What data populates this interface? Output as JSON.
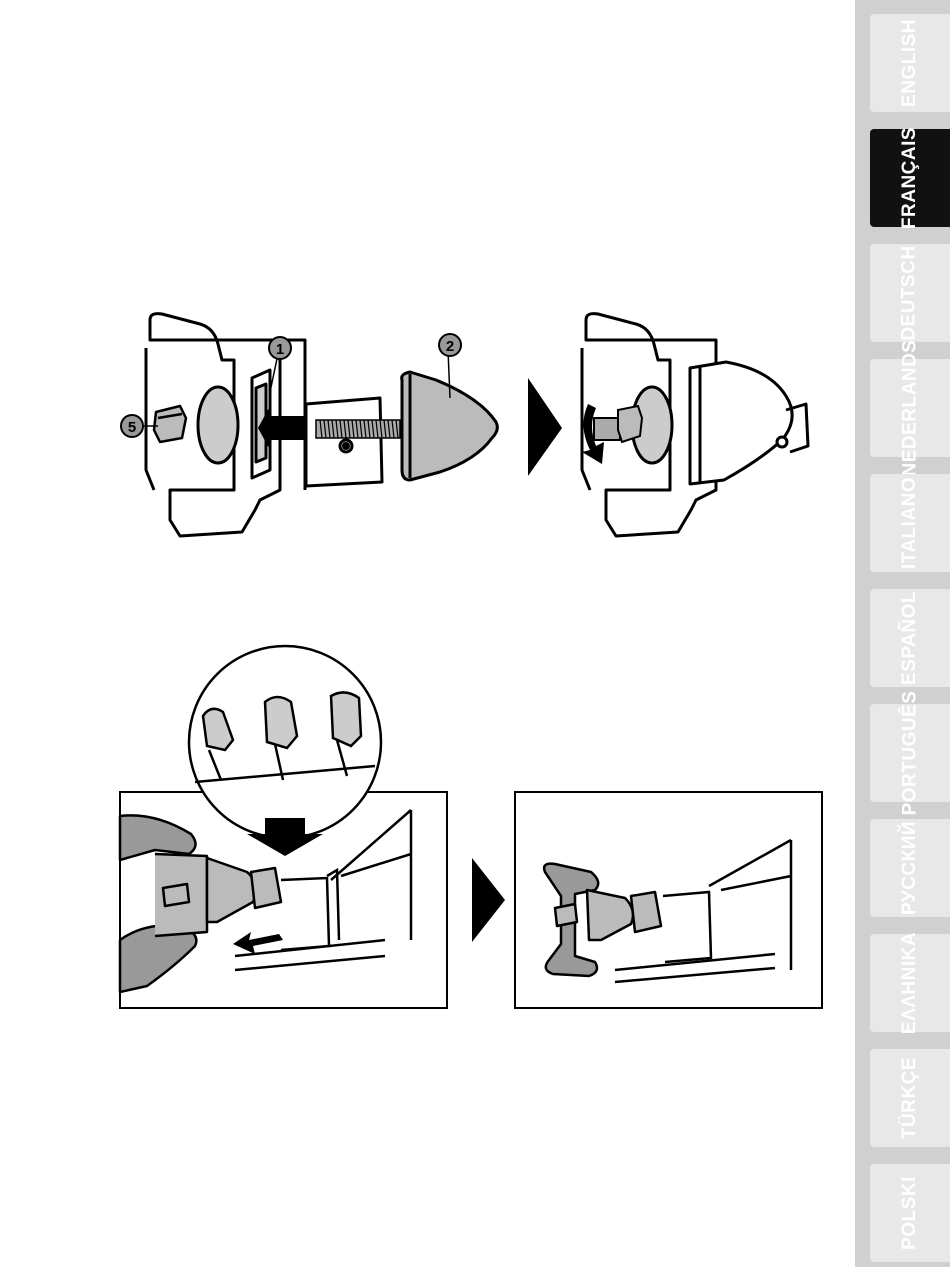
{
  "languages": [
    {
      "label": "ENGLISH",
      "active": false
    },
    {
      "label": "FRANÇAIS",
      "active": true
    },
    {
      "label": "DEUTSCH",
      "active": false
    },
    {
      "label": "NEDERLANDS",
      "active": false
    },
    {
      "label": "ITALIANO",
      "active": false
    },
    {
      "label": "ESPAÑOL",
      "active": false
    },
    {
      "label": "PORTUGUÊS",
      "active": false
    },
    {
      "label": "РУССКИЙ",
      "active": false
    },
    {
      "label": "ΕΛΛΗΝΙΚΑ",
      "active": false
    },
    {
      "label": "TÜRKÇE",
      "active": false
    },
    {
      "label": "POLSKI",
      "active": false
    }
  ],
  "callouts": {
    "part1": "1",
    "part2": "2",
    "part5": "5"
  }
}
